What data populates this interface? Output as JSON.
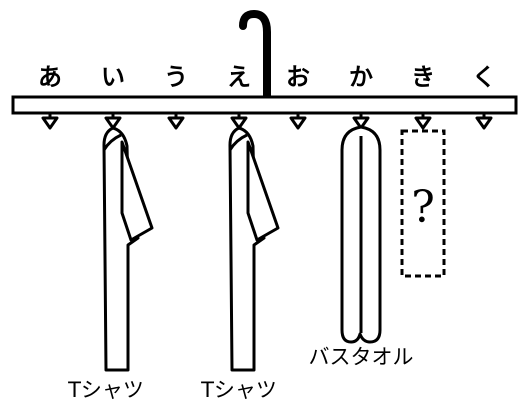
{
  "slot_labels": [
    "あ",
    "い",
    "う",
    "え",
    "お",
    "か",
    "き",
    "く"
  ],
  "items": {
    "tshirt_1": {
      "slot": "い",
      "caption": "Tシャツ"
    },
    "tshirt_2": {
      "slot": "え",
      "caption": "Tシャツ"
    },
    "towel": {
      "slot": "か",
      "caption": "バスタオル"
    },
    "unknown": {
      "slot": "き",
      "mark": "?"
    }
  },
  "colors": {
    "ink": "#000000",
    "background": "#ffffff"
  },
  "icons": [
    "hanger-hook-icon",
    "rail-peg-icon",
    "tshirt-icon",
    "bath-towel-icon",
    "unknown-item-box"
  ]
}
